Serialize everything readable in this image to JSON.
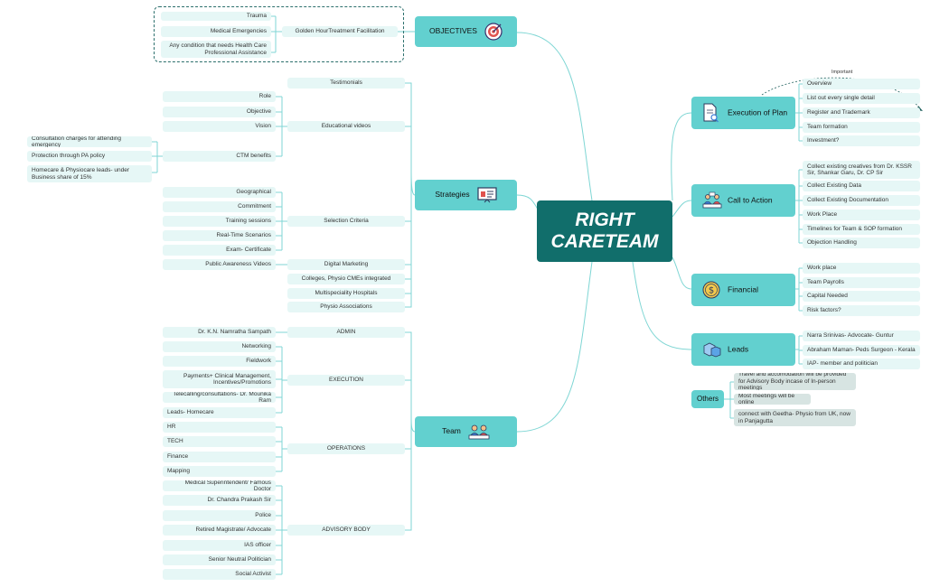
{
  "center": {
    "line1": "RIGHT",
    "line2": "CARETEAM"
  },
  "objectives": {
    "label": "OBJECTIVES",
    "icon": "target-icon",
    "sub": "Golden HourTreatment Facilitation",
    "items": [
      "Trauma",
      "Medical Emergencies",
      "Any condition that needs Health Care Professional Assistance"
    ]
  },
  "strategies": {
    "label": "Strategies",
    "icon": "presentation-board-icon",
    "testimonials": "Testimonials",
    "educational_videos": {
      "label": "Educational videos",
      "items": [
        "Role",
        "Objective",
        "Vision"
      ],
      "ctm": {
        "label": "CTM benefits",
        "items": [
          "Consultation charges for attending emergency",
          "Protection through PA policy",
          "Homecare & Physiocare leads- under Business share of 15%"
        ]
      }
    },
    "selection_criteria": {
      "label": "Selection Criteria",
      "items": [
        "Geographical",
        "Commitment",
        "Training sessions",
        "Real-Time Scenarios",
        "Exam- Certificate"
      ]
    },
    "digital_marketing": {
      "label": "Digital Marketing",
      "items": [
        "Public Awareness Videos"
      ]
    },
    "others": [
      "Colleges, Physio CMEs integrated",
      "Multispeciality Hospitals",
      "Physio Associations"
    ]
  },
  "team": {
    "label": "Team",
    "icon": "team-meeting-icon",
    "admin": {
      "label": "ADMIN",
      "items": [
        "Dr. K.N. Namratha Sampath"
      ]
    },
    "execution": {
      "label": "EXECUTION",
      "items": [
        "Networking",
        "Fieldwork",
        "Payments+ Clinical Management, Incentives/Promotions",
        "Telecalling/consultations- Dr. Mounika Ram",
        "Leads- Homecare"
      ]
    },
    "operations": {
      "label": "OPERATIONS",
      "items": [
        "HR",
        "TECH",
        "Finance",
        "Mapping"
      ]
    },
    "advisory": {
      "label": "ADVISORY BODY",
      "items": [
        "Medical Superintendent/ Famous Doctor",
        "Dr. Chandra Prakash Sir",
        "Police",
        "Retired Magistrate/ Advocate",
        "IAS officer",
        "Senior Neutral Politician",
        "Social Activist"
      ]
    }
  },
  "execution_of_plan": {
    "label": "Execution of Plan",
    "icon": "document-search-icon",
    "items": [
      "Overview",
      "List out every single detail",
      "Register and Trademark",
      "Team formation",
      "Investment?"
    ],
    "important": "Important"
  },
  "call_to_action": {
    "label": "Call to Action",
    "icon": "people-desk-icon",
    "items": [
      "Collect existing creatives from Dr. KSSR Sir, Shankar Garu, Dr. CP Sir",
      "Collect Existing Data",
      "Collect Existing Documentation",
      "Work Place",
      "Timelines for Team & SOP formation",
      "Objection Handling"
    ]
  },
  "financial": {
    "label": "Financial",
    "icon": "dollar-coin-icon",
    "items": [
      "Work place",
      "Team Payrolls",
      "Capital Needed",
      "Risk factors?"
    ]
  },
  "leads": {
    "label": "Leads",
    "icon": "boxes-icon",
    "items": [
      "Narra Srinivas- Advocate- Guntur",
      "Abraham Maman- Peds Surgeon - Kerala",
      "IAP- member and politician"
    ]
  },
  "others": {
    "label": "Others",
    "items": [
      "Travel and accomodation will be provided for Advisory Body incase of In-person meetings",
      "Most meetings will be online",
      "connect with Geetha- Physio from UK, now in Panjagutta"
    ]
  },
  "colors": {
    "main_node": "#62d0cf",
    "leaf": "#e6f7f6",
    "center": "#116e6b",
    "line": "#7fd6d4"
  }
}
